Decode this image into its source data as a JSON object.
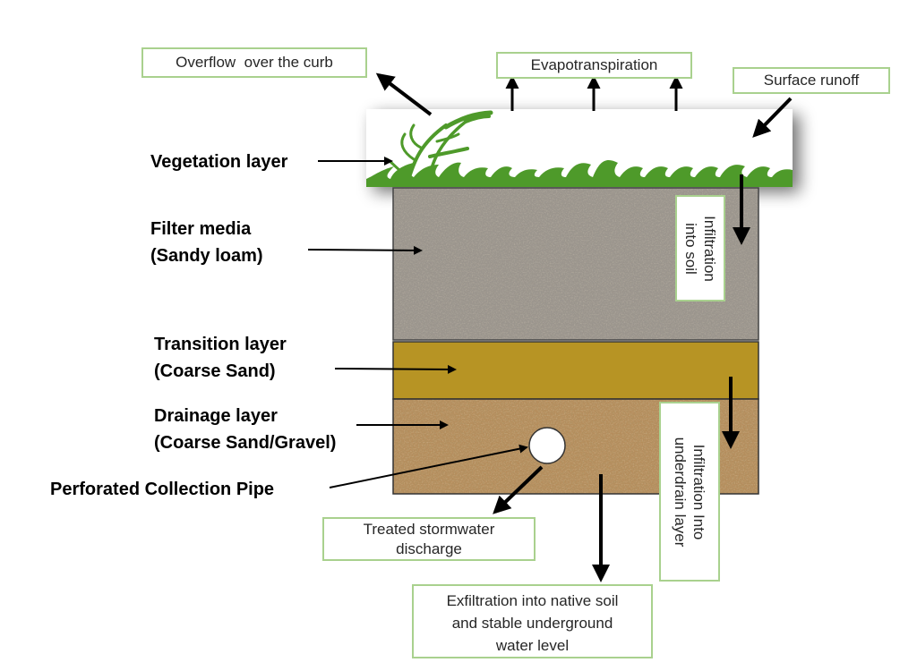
{
  "title": "Bioretention cell cross-section",
  "layers": {
    "vegetation": {
      "label": "Vegetation layer",
      "color": "#ffffff",
      "grass_color": "#4e9a2a"
    },
    "filter": {
      "label_line1": "Filter media",
      "label_line2": "(Sandy loam)",
      "color": "#9a948c"
    },
    "transition": {
      "label_line1": "Transition layer",
      "label_line2": "(Coarse Sand)",
      "color": "#b79424"
    },
    "drainage": {
      "label_line1": "Drainage layer",
      "label_line2": "(Coarse Sand/Gravel)",
      "color": "#b58d5c"
    },
    "pipe": {
      "label": "Perforated Collection Pipe"
    }
  },
  "callouts": {
    "overflow": "Overflow  over the curb",
    "evapotranspiration": "Evapotranspiration",
    "surface_runoff": "Surface runoff",
    "infiltration_soil_line1": "Infiltration",
    "infiltration_soil_line2": "into soil",
    "infiltration_underdrain_line1": "Infiltration Into",
    "infiltration_underdrain_line2": "underdrain layer",
    "treated_line1": "Treated stormwater",
    "treated_line2": "discharge",
    "exfiltration_line1": "Exfiltration into native soil",
    "exfiltration_line2": "and stable underground",
    "exfiltration_line3": "water level"
  },
  "colors": {
    "box_border": "#a9d18e",
    "arrow": "#000000"
  }
}
